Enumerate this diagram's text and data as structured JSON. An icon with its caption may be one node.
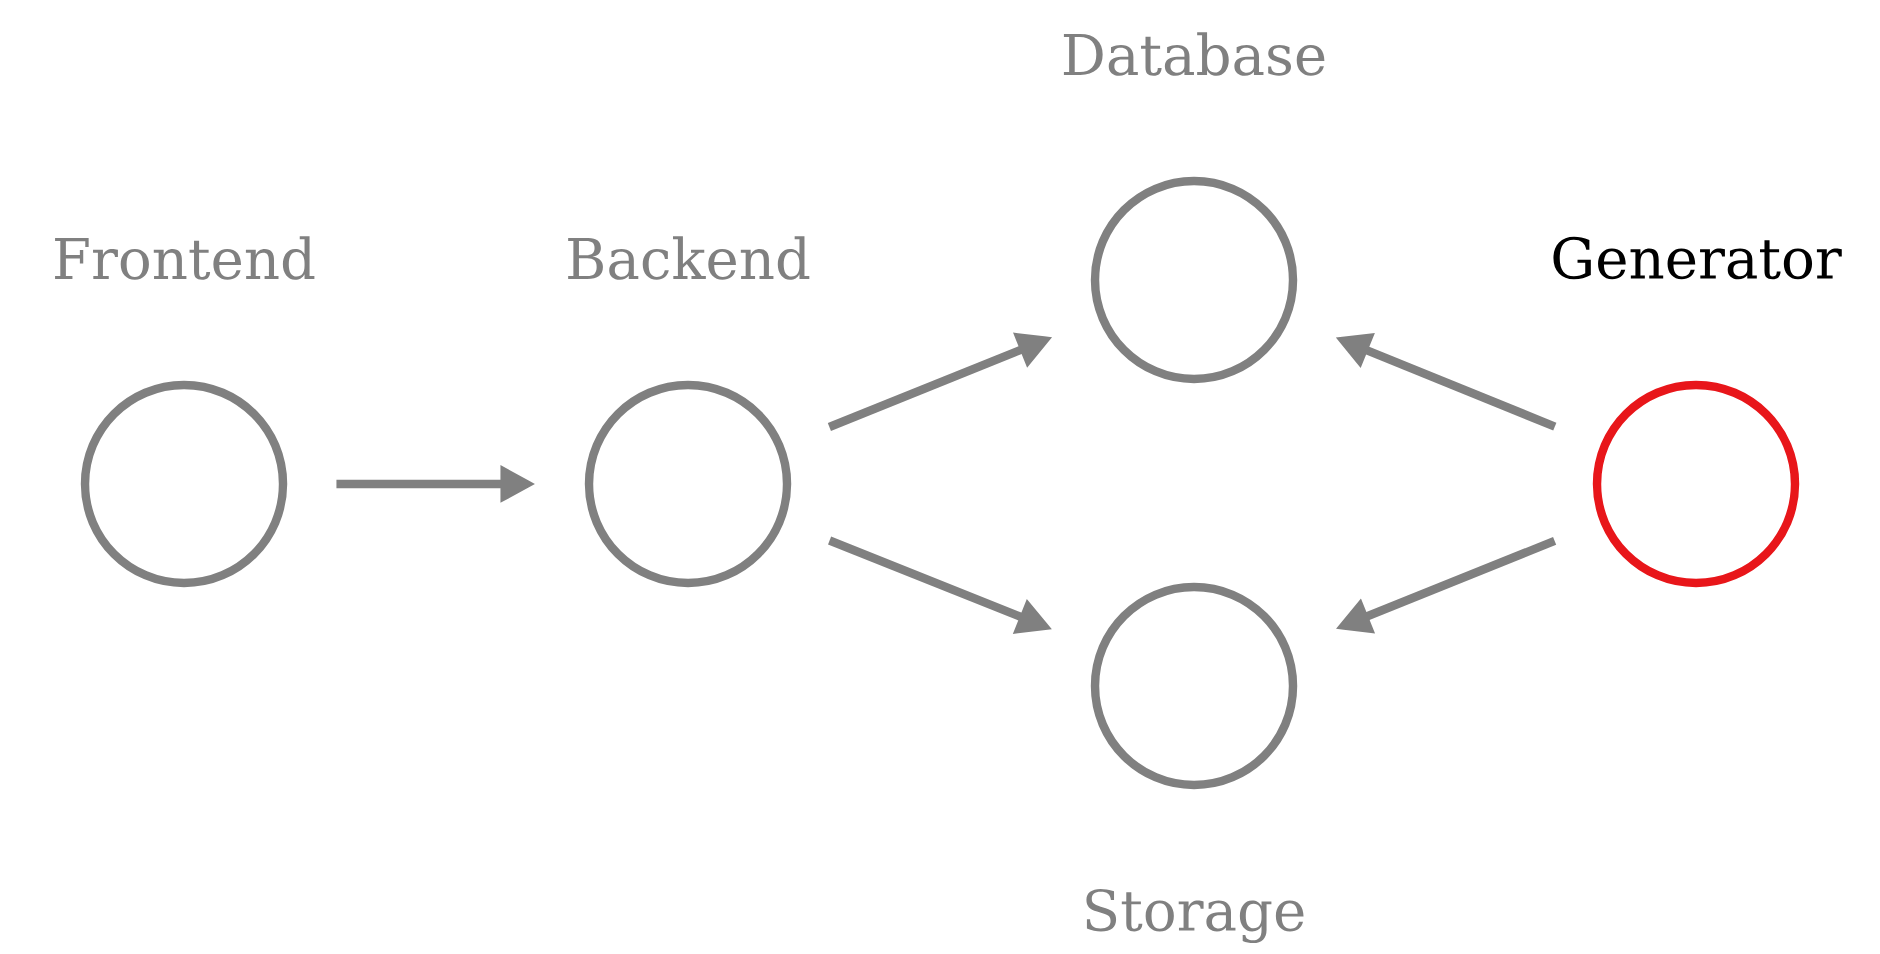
{
  "diagram": {
    "nodes": [
      {
        "text": [
          "Frontend"
        ]
      },
      {
        "text": [
          "Backend"
        ]
      },
      {
        "text": [
          "Database"
        ]
      },
      {
        "text": [
          "Storage"
        ]
      },
      {
        "text": [
          "Generator"
        ]
      }
    ],
    "edges": [
      {
        "from": 0,
        "to": 1,
        "arrow": "to"
      },
      {
        "from": 1,
        "to": 2,
        "arrow": "to"
      },
      {
        "from": 1,
        "to": 3,
        "arrow": "to"
      },
      {
        "from": 4,
        "to": 2,
        "arrow": "to"
      },
      {
        "from": 4,
        "to": 3,
        "arrow": "to"
      }
    ]
  }
}
